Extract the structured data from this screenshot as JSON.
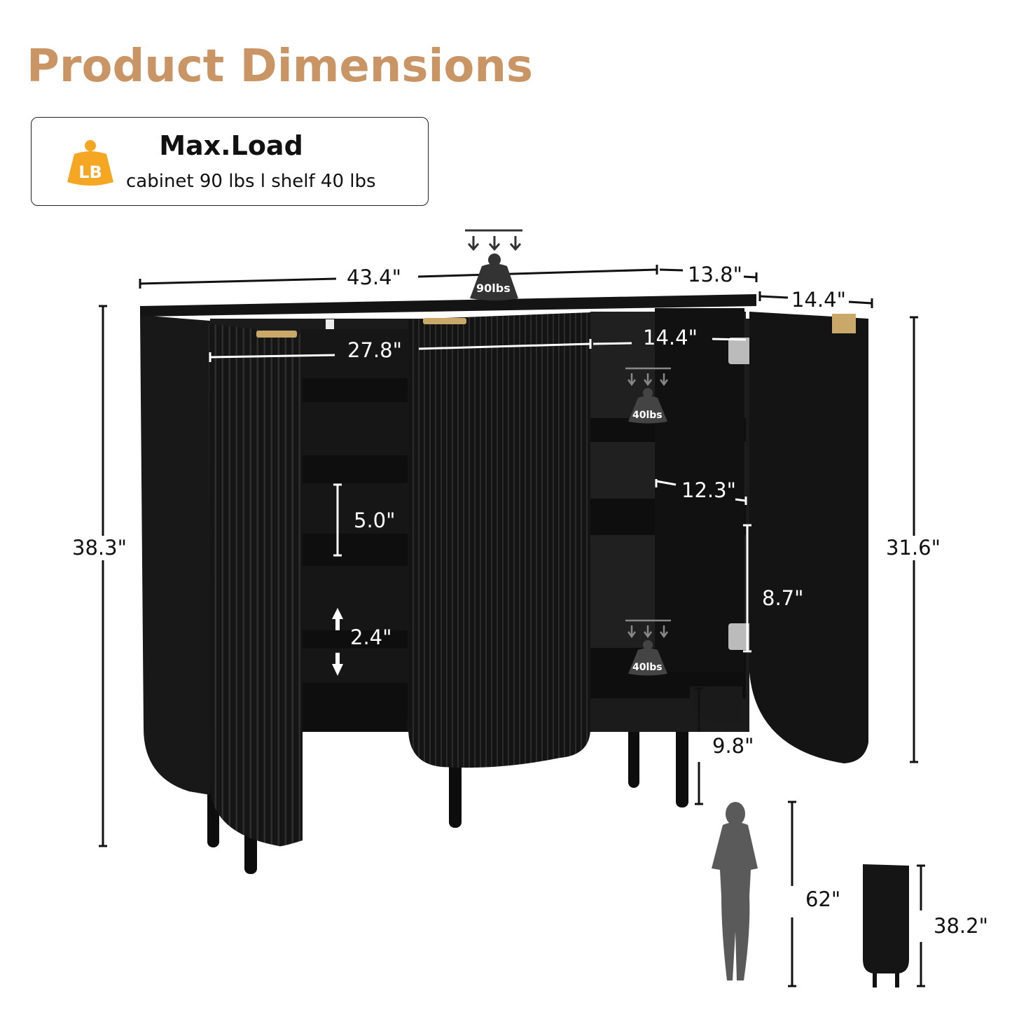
{
  "page": {
    "title": "Product Dimensions"
  },
  "max_load": {
    "icon": "weight-lb-icon",
    "icon_text": "LB",
    "title": "Max.Load",
    "description": "cabinet 90 lbs  l  shelf 40 lbs"
  },
  "weights": {
    "top": "90lbs",
    "shelf_upper": "40lbs",
    "shelf_lower": "40lbs"
  },
  "dimensions": {
    "width": "43.4\"",
    "door_width": "13.8\"",
    "depth": "14.4\"",
    "inner_width": "27.8\"",
    "inner_depth": "14.4\"",
    "height": "38.3\"",
    "body_height": "31.6\"",
    "shelf_gap": "5.0\"",
    "shelf_adjust": "2.4\"",
    "shelf_depth": "12.3\"",
    "compartment_height": "8.7\"",
    "leg_height": "9.8\"",
    "person_height": "62\"",
    "side_height": "38.2\""
  },
  "colors": {
    "title": "#C99565",
    "accent": "#F5A623",
    "cabinet": "#141414",
    "handle": "#C9A86A"
  }
}
